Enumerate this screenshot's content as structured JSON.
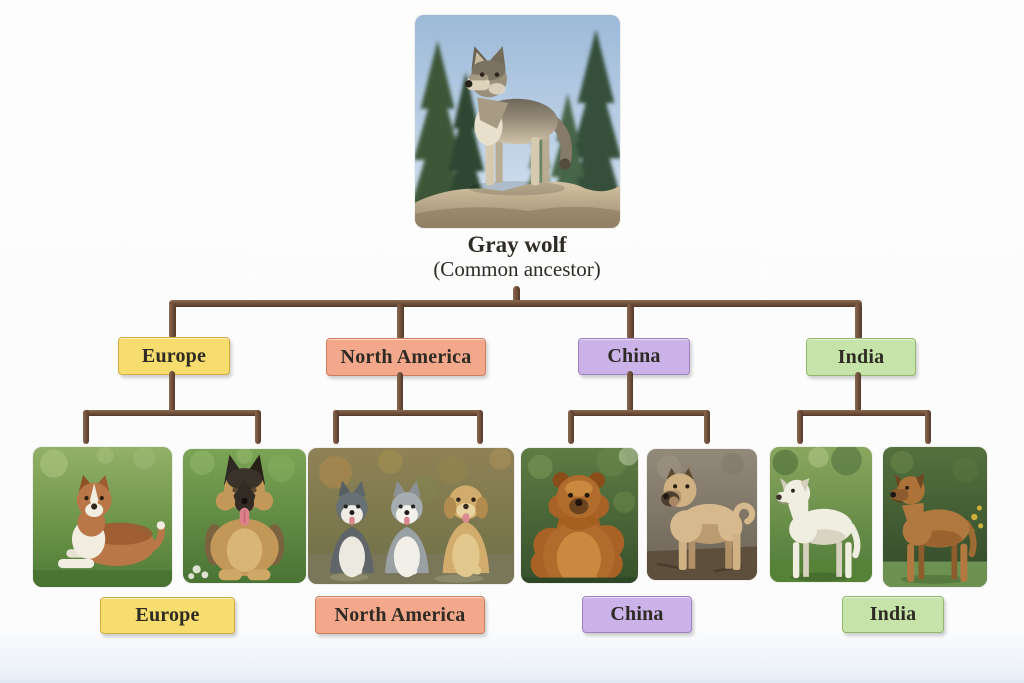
{
  "ancestor": {
    "name": "Gray wolf",
    "subtitle": "(Common ancestor)",
    "photo_alt": "Gray wolf standing on a rock in front of evergreen trees under a blue sky"
  },
  "regions": [
    {
      "id": "europe",
      "label": "Europe",
      "fill": "#f6dd6e",
      "border": "#d3ab42"
    },
    {
      "id": "north-america",
      "label": "North America",
      "fill": "#f3a88b",
      "border": "#cd7d60"
    },
    {
      "id": "china",
      "label": "China",
      "fill": "#cbb2e9",
      "border": "#9d7fc2"
    },
    {
      "id": "india",
      "label": "India",
      "fill": "#c6e3a9",
      "border": "#91b96e"
    }
  ],
  "photos": {
    "wolf": "Gray wolf standing on a rock in front of evergreen trees",
    "europe_1": "Red and white dog lying on green grass",
    "europe_2": "German Shepherd lying on grass with its tongue out",
    "north_america": "Two Siberian Huskies and a yellow Labrador sitting together outdoors",
    "china_1": "Fluffy red-brown Tibetan Mastiff facing forward",
    "china_2": "Tan mastiff-type dog standing with a curled tail",
    "india_1": "White short-haired dog standing on grass",
    "india_2": "Brown short-haired dog standing on grass"
  },
  "colors": {
    "connector": "#6f4e3a",
    "background": "#fdfdfd",
    "text": "#2e2b24"
  }
}
